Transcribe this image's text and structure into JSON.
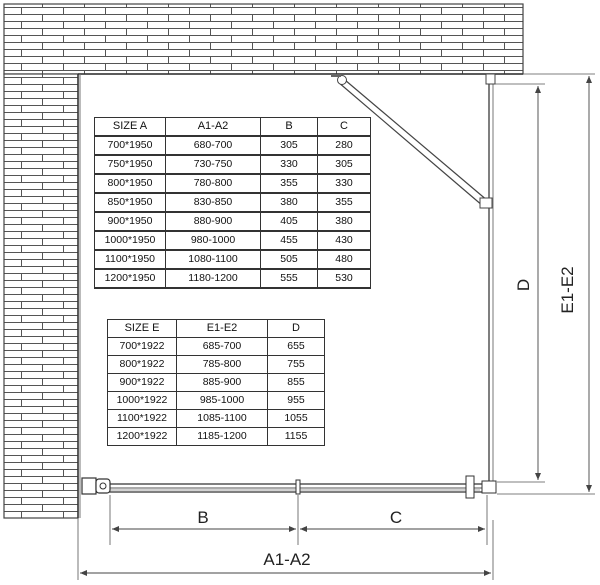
{
  "table_a": {
    "headers": [
      "SIZE  A",
      "A1-A2",
      "B",
      "C"
    ],
    "rows": [
      [
        "700*1950",
        "680-700",
        "305",
        "280"
      ],
      [
        "750*1950",
        "730-750",
        "330",
        "305"
      ],
      [
        "800*1950",
        "780-800",
        "355",
        "330"
      ],
      [
        "850*1950",
        "830-850",
        "380",
        "355"
      ],
      [
        "900*1950",
        "880-900",
        "405",
        "380"
      ],
      [
        "1000*1950",
        "980-1000",
        "455",
        "430"
      ],
      [
        "1100*1950",
        "1080-1100",
        "505",
        "480"
      ],
      [
        "1200*1950",
        "1180-1200",
        "555",
        "530"
      ]
    ]
  },
  "table_e": {
    "headers": [
      "SIZE  E",
      "E1-E2",
      "D"
    ],
    "rows": [
      [
        "700*1922",
        "685-700",
        "655"
      ],
      [
        "800*1922",
        "785-800",
        "755"
      ],
      [
        "900*1922",
        "885-900",
        "855"
      ],
      [
        "1000*1922",
        "985-1000",
        "955"
      ],
      [
        "1100*1922",
        "1085-1100",
        "1055"
      ],
      [
        "1200*1922",
        "1185-1200",
        "1155"
      ]
    ]
  },
  "dimensions": {
    "b": "B",
    "c": "C",
    "a1_a2": "A1-A2",
    "d": "D",
    "e1_e2": "E1-E2"
  }
}
